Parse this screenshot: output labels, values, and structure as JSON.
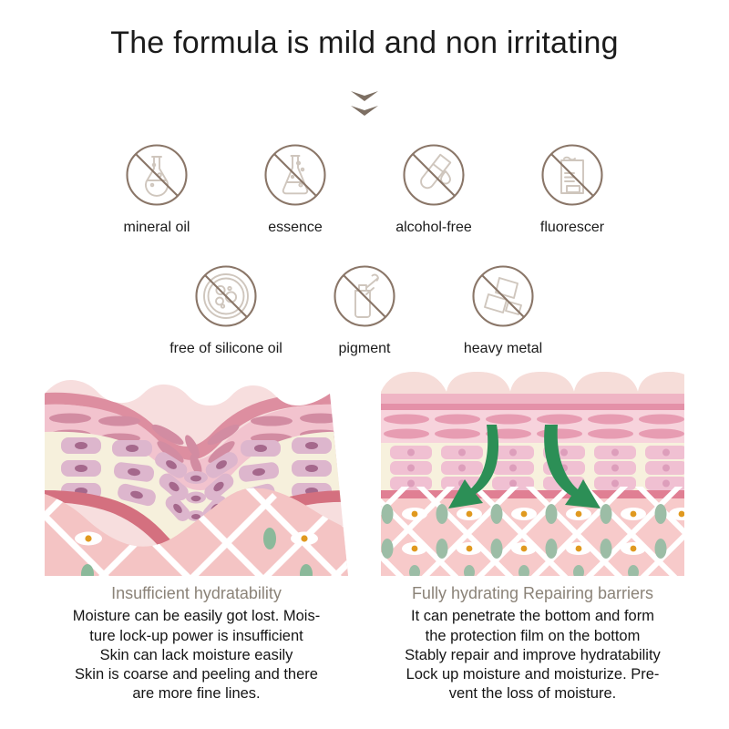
{
  "title": "The formula is mild and non irritating",
  "divider": {
    "icon": "double-chevron-down-icon",
    "color": "#7d6f63"
  },
  "colors": {
    "icon_stroke": "#8a7668",
    "icon_inner": "#cfc6bd",
    "label_text": "#1b1b1b",
    "heading_text": "#8b8378",
    "skin_band_dark": "#dd8ea0",
    "skin_band_light": "#f4c9d3",
    "skin_cream": "#f6f0dc",
    "skin_cell": "#ddb6cd",
    "skin_nucleus": "#a5688c",
    "dermis": "#f5c3c3",
    "arrow_green": "#2c8f56",
    "vessel_green": "#8bb99a",
    "nucleus_orange": "#e0991f"
  },
  "free_from": {
    "row1": [
      {
        "label": "mineral oil",
        "icon": "no-mineral-oil-icon"
      },
      {
        "label": "essence",
        "icon": "no-essence-icon"
      },
      {
        "label": "alcohol-free",
        "icon": "no-alcohol-icon"
      },
      {
        "label": "fluorescer",
        "icon": "no-fluorescer-icon"
      }
    ],
    "row2": [
      {
        "label": "free of silicone oil",
        "icon": "no-silicone-oil-icon"
      },
      {
        "label": "pigment",
        "icon": "no-pigment-icon"
      },
      {
        "label": "heavy metal",
        "icon": "no-heavy-metal-icon"
      }
    ]
  },
  "comparison": {
    "left": {
      "figure": "dehydrated-skin-cross-section",
      "heading": "Insufficient hydratability",
      "lines": [
        "Moisture can be easily got lost. Mois-",
        "ture lock-up power is insufficient",
        "Skin can lack moisture easily",
        "Skin is coarse and peeling and there",
        "are more fine lines."
      ]
    },
    "right": {
      "figure": "hydrated-skin-cross-section",
      "heading": "Fully hydrating Repairing barriers",
      "lines": [
        "It can penetrate the bottom and form",
        "the protection film on the bottom",
        "Stably repair and improve hydratability",
        "Lock up moisture and moisturize. Pre-",
        "vent the loss of moisture."
      ]
    }
  }
}
